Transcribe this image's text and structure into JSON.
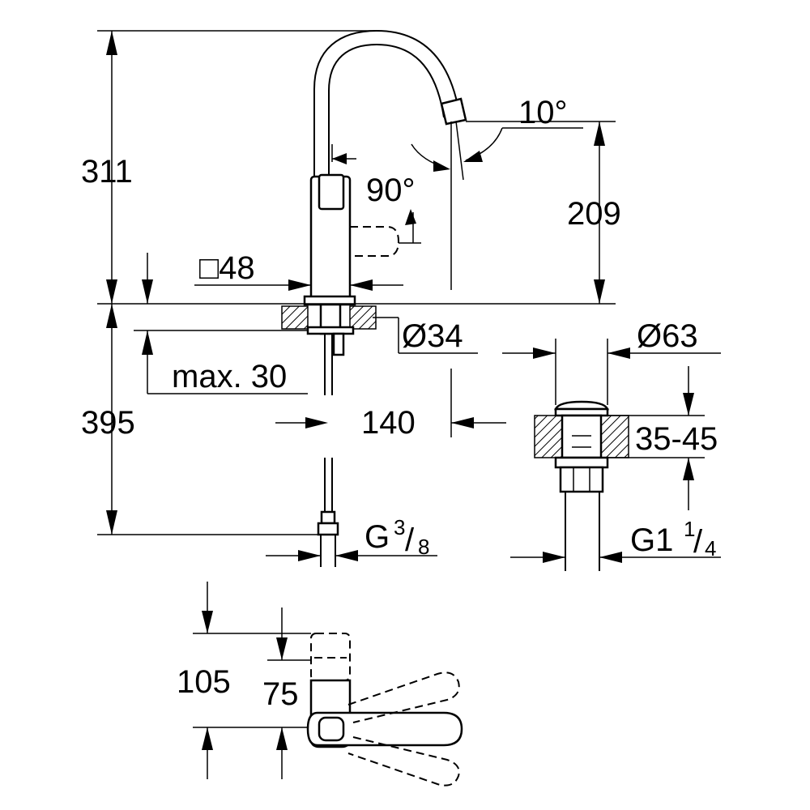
{
  "dimensions": {
    "height_total": "311",
    "spout_angle": "10°",
    "lever_angle": "90°",
    "spout_height": "209",
    "square_base": "□48",
    "hole_diameter": "Ø34",
    "drain_diameter": "Ø63",
    "max_deck": "max. 30",
    "below_deck": "395",
    "spout_reach": "140",
    "drain_range": "35-45",
    "thread_supply": "G",
    "thread_supply_num": "3",
    "thread_supply_den": "8",
    "thread_drain": "G1",
    "thread_drain_num": "1",
    "thread_drain_den": "4",
    "top_depth": "105",
    "top_body": "75"
  },
  "colors": {
    "line": "#000000",
    "background": "#ffffff"
  }
}
